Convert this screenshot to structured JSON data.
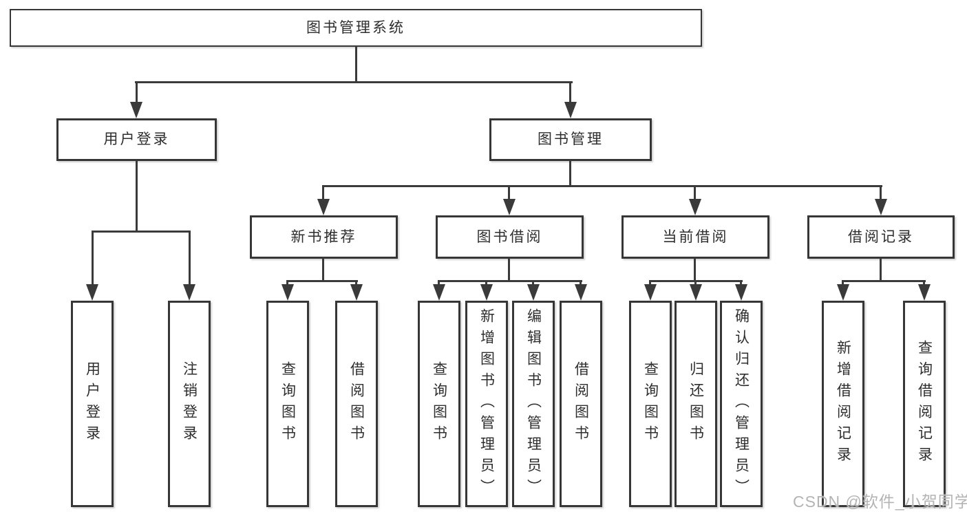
{
  "diagram": {
    "type": "tree",
    "title": "图书管理系统",
    "children": [
      {
        "label": "用户登录",
        "children": [
          {
            "label": "用户登录"
          },
          {
            "label": "注销登录"
          }
        ]
      },
      {
        "label": "图书管理",
        "children": [
          {
            "label": "新书推荐",
            "children": [
              {
                "label": "查询图书"
              },
              {
                "label": "借阅图书"
              }
            ]
          },
          {
            "label": "图书借阅",
            "children": [
              {
                "label": "查询图书"
              },
              {
                "label": "新增图书（管理员）"
              },
              {
                "label": "编辑图书（管理员）"
              },
              {
                "label": "借阅图书"
              }
            ]
          },
          {
            "label": "当前借阅",
            "children": [
              {
                "label": "查询图书"
              },
              {
                "label": "归还图书"
              },
              {
                "label": "确认归还（管理员）"
              }
            ]
          },
          {
            "label": "借阅记录",
            "children": [
              {
                "label": "新增借阅记录"
              },
              {
                "label": "查询借阅记录"
              }
            ]
          }
        ]
      }
    ]
  },
  "watermark": {
    "text": "CSDN @软件_小贺同学"
  },
  "colors": {
    "line": "#3a3a3a",
    "box_border": "#363636",
    "text": "#2e2e2e",
    "watermark": "#b4b4b4",
    "background": "#ffffff"
  }
}
